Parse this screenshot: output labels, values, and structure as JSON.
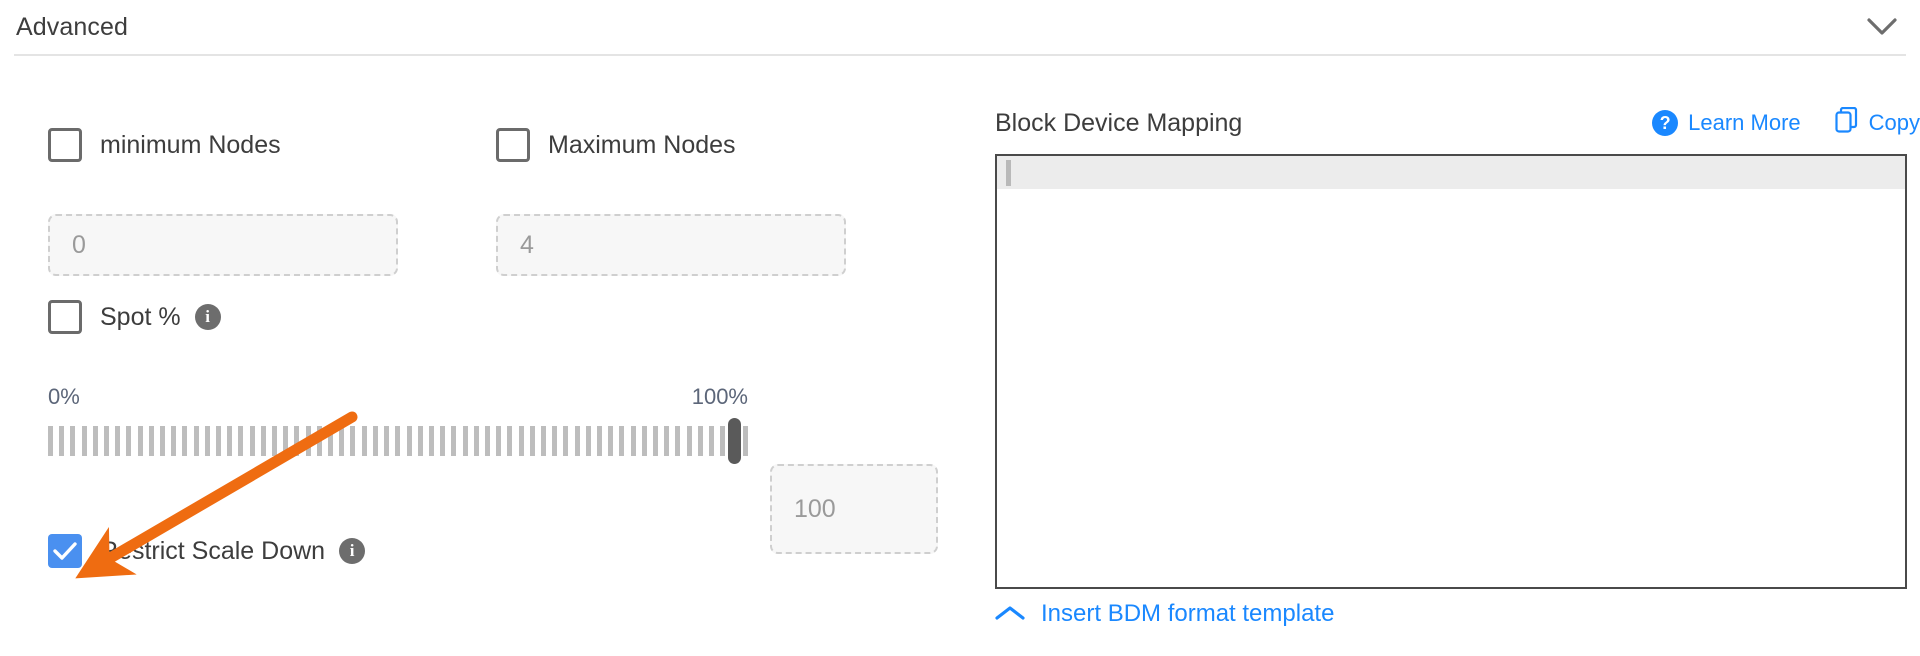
{
  "section": {
    "title": "Advanced",
    "collapse_icon": "chevron-down-icon"
  },
  "left": {
    "min_nodes": {
      "label": "minimum Nodes",
      "checked": false,
      "input_placeholder": "0"
    },
    "max_nodes": {
      "label": "Maximum Nodes",
      "checked": false,
      "input_placeholder": "4"
    },
    "spot": {
      "label": "Spot %",
      "checked": false,
      "info_icon": "info-icon",
      "info_glyph": "i",
      "slider_min_label": "0%",
      "slider_max_label": "100%",
      "slider_value": 100,
      "value_input_placeholder": "100"
    },
    "restrict_scale_down": {
      "label": "Restrict Scale Down",
      "checked": true,
      "info_icon": "info-icon",
      "info_glyph": "i"
    }
  },
  "right": {
    "title": "Block Device Mapping",
    "learn_more": {
      "label": "Learn More",
      "icon": "question-mark-circle-icon",
      "icon_glyph": "?"
    },
    "copy": {
      "label": "Copy",
      "icon": "copy-icon"
    },
    "editor_content": "",
    "insert_template": {
      "label": "Insert BDM format template",
      "icon": "chevron-up-icon"
    }
  },
  "annotation": {
    "arrow_color": "#ef6c11",
    "points_to": "restrict-scale-down-checkbox"
  },
  "colors": {
    "accent_blue": "#1a88ff",
    "checkbox_blue": "#4a90f0",
    "text": "#3d3d3d",
    "muted": "#9a9a9a",
    "slider_label": "#5c6679"
  }
}
